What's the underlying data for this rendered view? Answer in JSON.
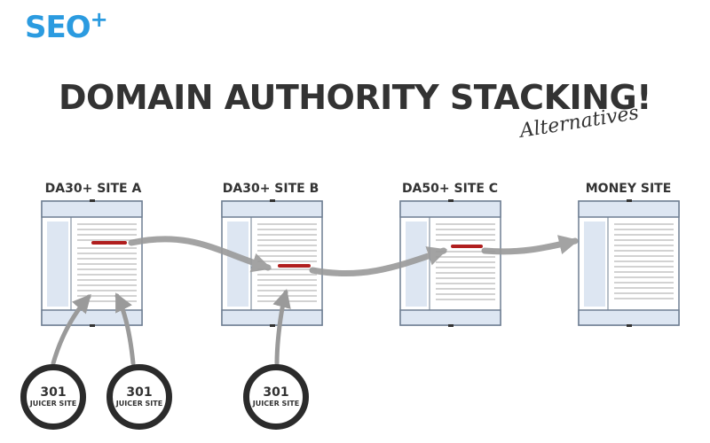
{
  "brand": {
    "logo_text": "SEO",
    "logo_plus": "+"
  },
  "header": {
    "title": "DOMAIN AUTHORITY STACKING!",
    "subtitle": "Alternatives"
  },
  "sites": [
    {
      "label": "DA30+ SITE A"
    },
    {
      "label": "DA30+ SITE B"
    },
    {
      "label": "DA50+ SITE C"
    },
    {
      "label": "MONEY SITE"
    }
  ],
  "juicers": [
    {
      "number": "301",
      "caption": "JUICER SITE"
    },
    {
      "number": "301",
      "caption": "JUICER SITE"
    },
    {
      "number": "301",
      "caption": "JUICER SITE"
    }
  ],
  "colors": {
    "brand_blue": "#2b9be0",
    "text_dark": "#333333",
    "panel_blue": "#dde6f2",
    "panel_border": "#6f7f92",
    "link_red": "#b01e1e",
    "arrow_gray": "#9a9a9a"
  }
}
